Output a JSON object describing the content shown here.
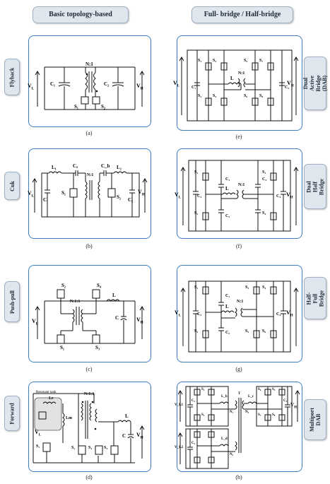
{
  "headers": {
    "left": "Basic topology-based",
    "right": "Full- bridge / Half-bridge"
  },
  "side_labels": {
    "a": "Flyback",
    "b": "Cuk",
    "c": "Push-pull",
    "d": "Forward",
    "e": "Dual Active Bridge (DAB)",
    "f": "Dual Half Bridge",
    "g": "Half-Full Bridge",
    "h": "Multiport DAB"
  },
  "captions": {
    "a": "(a)",
    "b": "(b)",
    "c": "(c)",
    "d": "(d)",
    "e": "(e)",
    "f": "(f)",
    "g": "(g)",
    "h": "(h)"
  },
  "labels": {
    "VL": "V",
    "VL_sub": "L",
    "VH": "V",
    "VH_sub": "H",
    "turns": "N:1",
    "turns_pp": "N:1:1",
    "resonant": "Resonant tank",
    "L": "L",
    "C": "C",
    "Lr": "Lr",
    "Lm": "Lm",
    "C1": "C₁",
    "C2": "C₂",
    "C3": "C₃",
    "C4": "C₄",
    "Ca": "Cₐ",
    "Cb": "C_b",
    "S1": "S₁",
    "S2": "S₂",
    "S3": "S₃",
    "S4": "S₄",
    "S5": "S₅",
    "S6": "S₆",
    "S7": "S₇",
    "S8": "S₈",
    "L1": "L₁",
    "L2": "L₂",
    "Lb": "L_b",
    "Lc": "L_c",
    "Ld": "L_d",
    "N1": "N₁",
    "N2": "N₂",
    "N3": "N₃",
    "T": "T",
    "VL1": "V_L1",
    "VL2": "V_L2"
  }
}
